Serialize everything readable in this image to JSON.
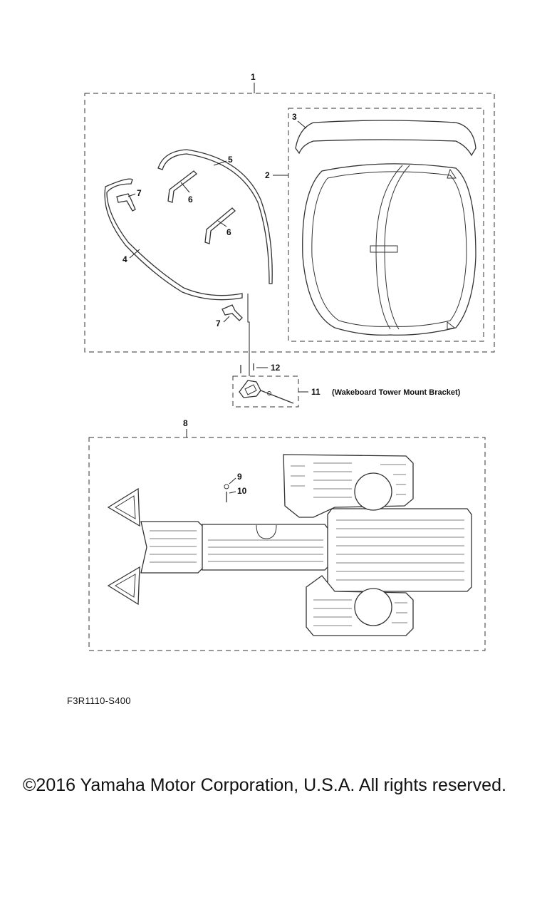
{
  "diagram": {
    "callouts": {
      "c1": "1",
      "c2": "2",
      "c3": "3",
      "c4": "4",
      "c5": "5",
      "c6a": "6",
      "c6b": "6",
      "c7a": "7",
      "c7b": "7",
      "c8": "8",
      "c9": "9",
      "c10": "10",
      "c11": "11",
      "c12": "12"
    },
    "bracket_note": "(Wakeboard Tower Mount Bracket)"
  },
  "figure_code": "F3R1110-S400",
  "copyright": "©2016 Yamaha Motor Corporation, U.S.A. All rights reserved."
}
